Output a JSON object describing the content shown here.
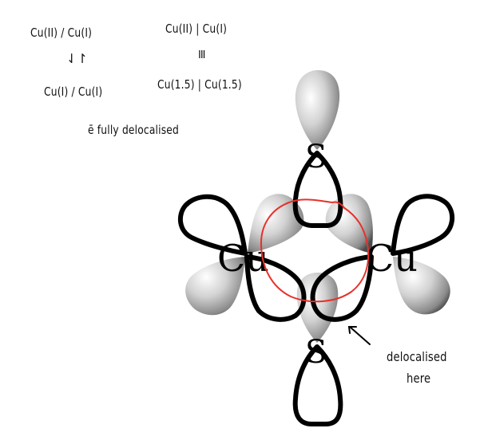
{
  "annotations": {
    "left_top": "Cu(II) / Cu(I)",
    "left_arrow": "⇃↾",
    "left_bottom": "Cu(I) / Cu(I)",
    "right_top": "Cu(II) | Cu(I)",
    "right_equiv": "III",
    "right_bottom": "Cu(1.5) | Cu(1.5)",
    "delocalised_note": "ē fully delocalised",
    "pointer_label_line1": "delocalised",
    "pointer_label_line2": "here"
  },
  "diagram": {
    "atoms": {
      "cu_left": "Cu",
      "cu_right": "Cu",
      "s_top": "S",
      "s_bottom": "S"
    },
    "colors": {
      "outline": "#000000",
      "highlight_circle": "#e8302a",
      "lobe_light": "#ffffff",
      "lobe_dark": "#6a6a6a"
    }
  }
}
